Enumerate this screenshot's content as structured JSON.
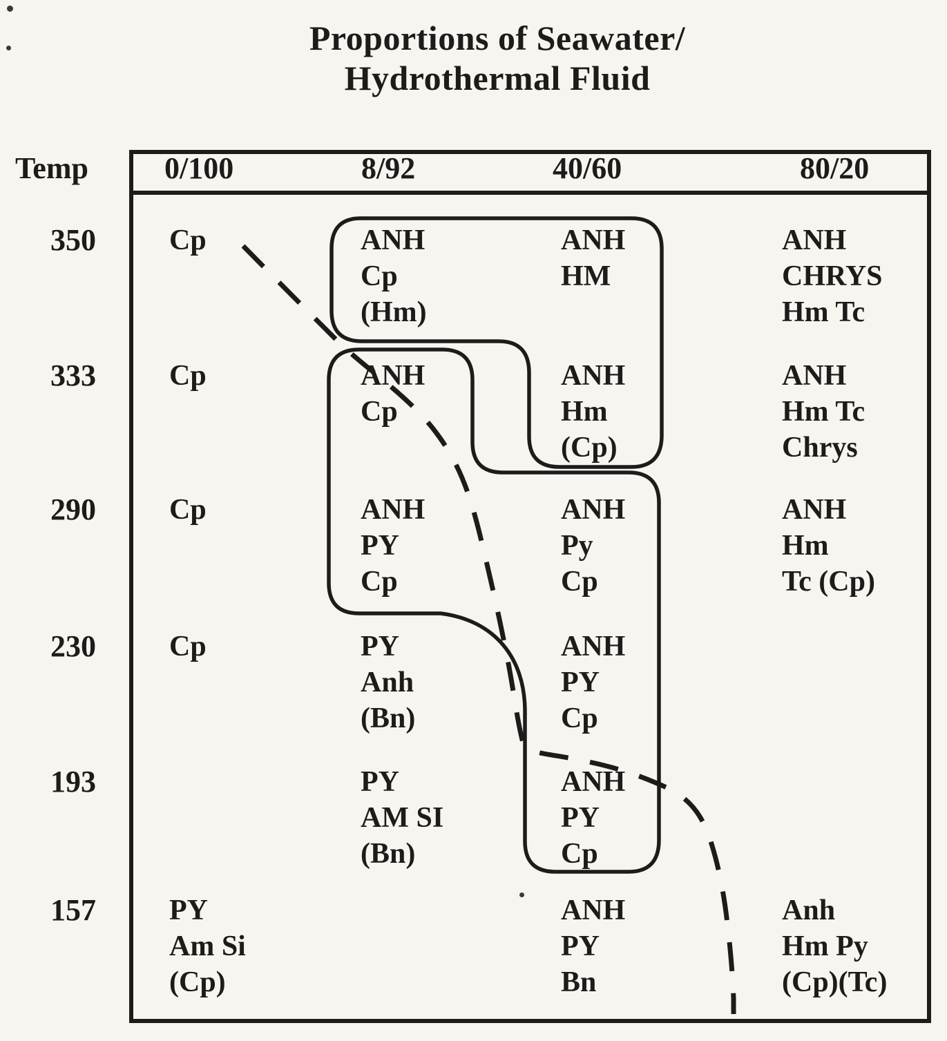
{
  "title": {
    "line1": "Proportions of Seawater/",
    "line2": "Hydrothermal Fluid"
  },
  "header": {
    "temp_label": "Temp",
    "columns": [
      "0/100",
      "8/92",
      "40/60",
      "80/20"
    ]
  },
  "rows": [
    {
      "temp": "350",
      "cells": [
        [
          "Cp"
        ],
        [
          "ANH",
          "Cp",
          "(Hm)"
        ],
        [
          "ANH",
          "HM"
        ],
        [
          "ANH",
          "CHRYS",
          "Hm Tc"
        ]
      ]
    },
    {
      "temp": "333",
      "cells": [
        [
          "Cp"
        ],
        [
          "ANH",
          "Cp"
        ],
        [
          "ANH",
          "Hm",
          "(Cp)"
        ],
        [
          "ANH",
          "Hm Tc",
          "Chrys"
        ]
      ]
    },
    {
      "temp": "290",
      "cells": [
        [
          "Cp"
        ],
        [
          "ANH",
          "PY",
          "Cp"
        ],
        [
          "ANH",
          "Py",
          "Cp"
        ],
        [
          "ANH",
          "Hm",
          "Tc (Cp)"
        ]
      ]
    },
    {
      "temp": "230",
      "cells": [
        [
          "Cp"
        ],
        [
          "PY",
          "Anh",
          "(Bn)"
        ],
        [
          "ANH",
          "PY",
          "Cp"
        ],
        []
      ]
    },
    {
      "temp": "193",
      "cells": [
        [],
        [
          "PY",
          "AM SI",
          "(Bn)"
        ],
        [
          "ANH",
          "PY",
          "Cp"
        ],
        []
      ]
    },
    {
      "temp": "157",
      "cells": [
        [
          "PY",
          "Am Si",
          "(Cp)"
        ],
        [],
        [
          "ANH",
          "PY",
          "Bn"
        ],
        [
          "Anh",
          "Hm Py",
          "(Cp)(Tc)"
        ]
      ]
    }
  ],
  "colors": {
    "ink": "#1e1c1a",
    "paper": "#f7f5f0"
  }
}
